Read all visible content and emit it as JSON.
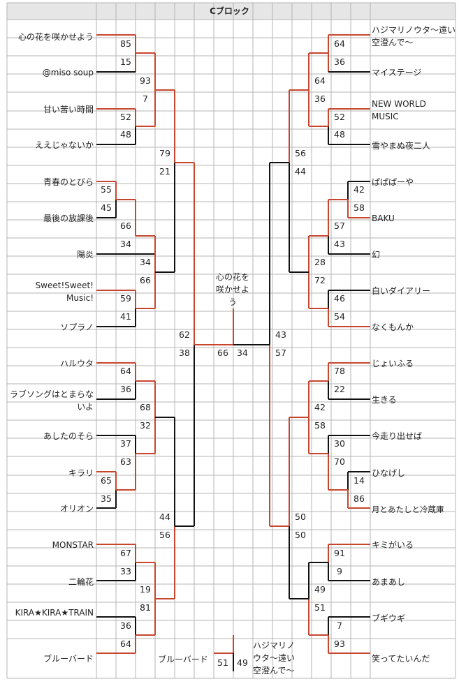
{
  "title": "Cブロック",
  "colors": {
    "win": "#C8462E",
    "lose": "#111111",
    "grid": "#B4B4B4",
    "header_bg": "#E6E6E6"
  },
  "left": {
    "teams": [
      "心の花を咲かせよう",
      "@miso soup",
      "甘い苦い時間",
      "ええじゃないか",
      "青春のとびら",
      "最後の放課後",
      "陽炎",
      "Sweet!Sweet! Music!",
      "ソプラノ",
      "ハルウタ",
      "ラブソングはとまらないよ",
      "あしたのそら",
      "キラリ",
      "オリオン",
      "MONSTAR",
      "二輪花",
      "KIRA★KIRA★TRAIN",
      "ブルーバード"
    ],
    "r1_scores": [
      "85",
      "15",
      "52",
      "48",
      "55",
      "45",
      "66",
      "34",
      "34",
      "59",
      "64",
      "36",
      "37",
      "63",
      "65",
      "35",
      "33",
      "36"
    ],
    "r2_scores": [
      "93",
      "7",
      "66",
      "41",
      "68",
      "32",
      "67",
      "19",
      "81",
      "64"
    ],
    "r3_scores": [
      "79",
      "21",
      "62",
      "38",
      "44",
      "56"
    ]
  },
  "right": {
    "teams": [
      "ハジマリノウタ〜遠い空澄んで〜",
      "マイステージ",
      "NEW WORLD MUSIC",
      "雪やまぬ夜二人",
      "ぱぱぱーや",
      "BAKU",
      "幻",
      "白いダイアリー",
      "なくもんか",
      "じょいふる",
      "生きる",
      "今走り出せば",
      "ひなげし",
      "月とあたしと冷蔵庫",
      "キミがいる",
      "あまあし",
      "ブギウギ",
      "笑ってたいんだ"
    ],
    "r1_scores": [
      "64",
      "36",
      "52",
      "48",
      "42",
      "58",
      "43",
      "46",
      "54",
      "78",
      "22",
      "30",
      "14",
      "86",
      "91",
      "9",
      "7",
      "93"
    ],
    "r2_scores": [
      "64",
      "36",
      "57",
      "28",
      "72",
      "42",
      "58",
      "70",
      "49",
      "51"
    ],
    "r3_scores": [
      "56",
      "44",
      "43",
      "57",
      "50",
      "50"
    ]
  },
  "semis": {
    "left_top": "心の花を咲かせよう",
    "left_top_score": "66",
    "left_bottom": "ブルーバード",
    "left_bottom_score": "51",
    "right_top_score": "34",
    "right_bottom": "ハジマリノウタ〜遠い空澄んで〜",
    "right_bottom_score": "49"
  }
}
